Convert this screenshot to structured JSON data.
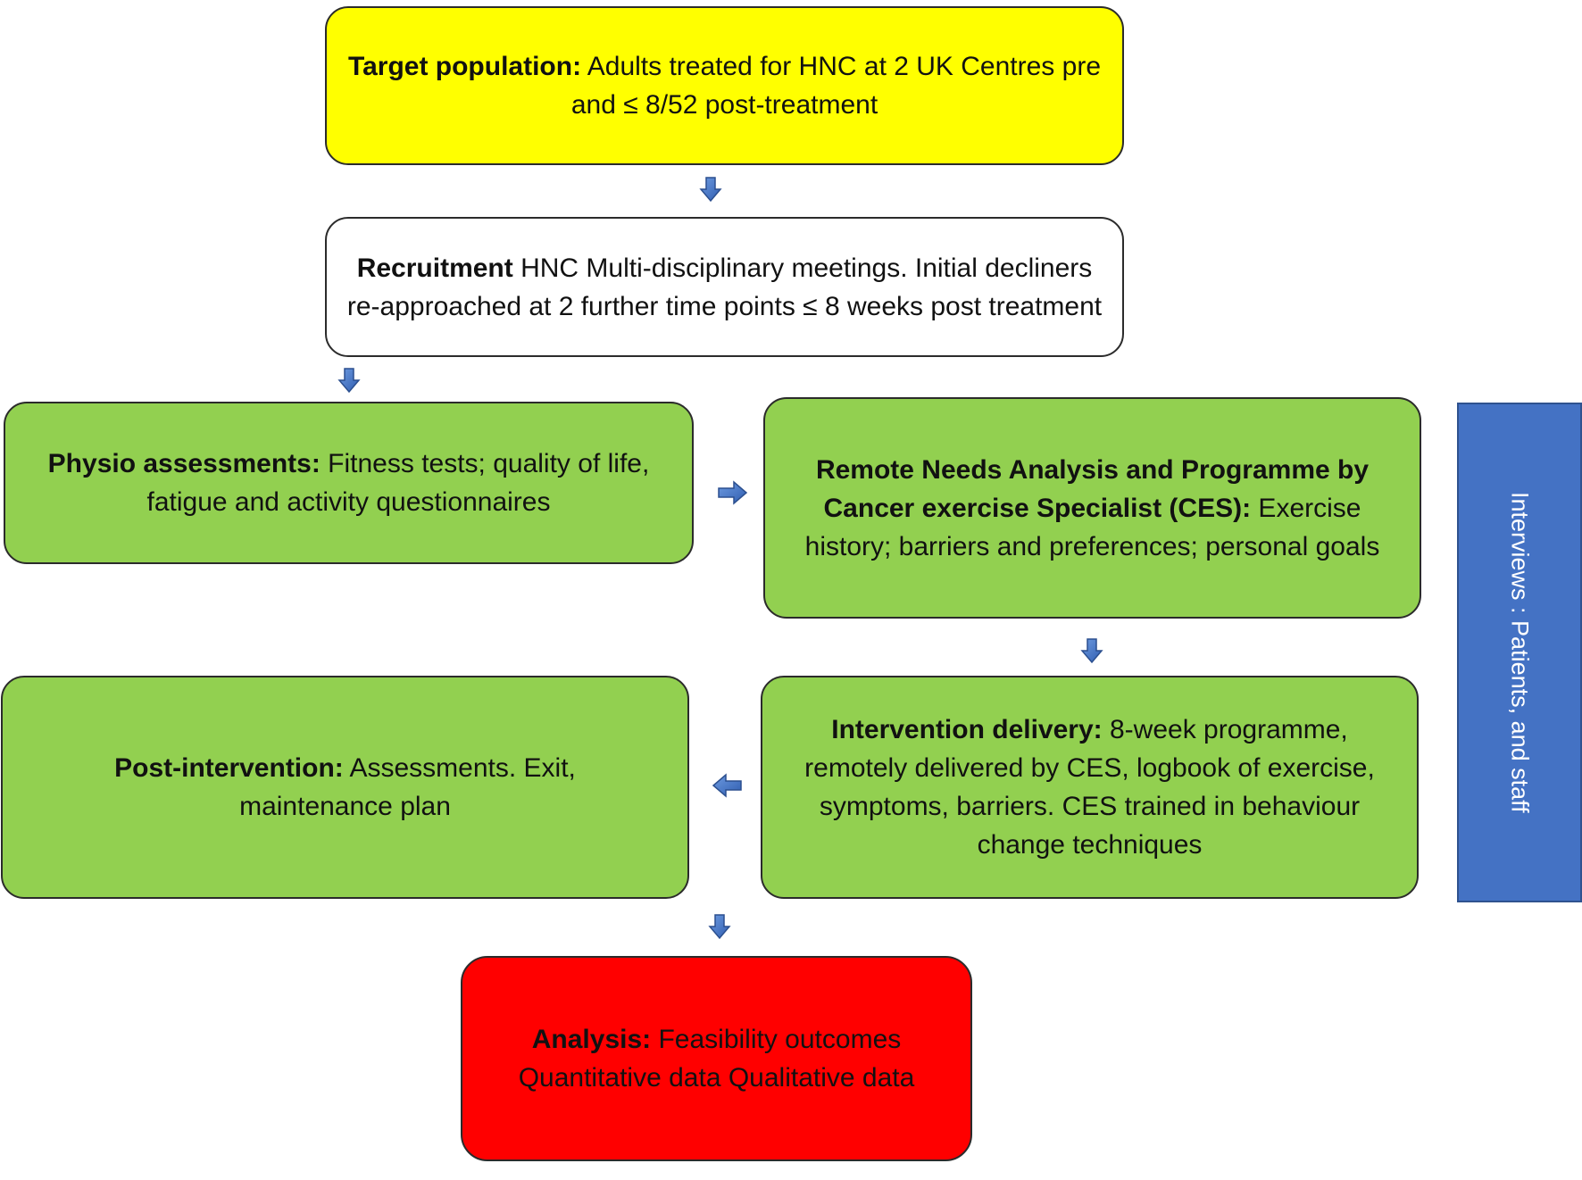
{
  "boxes": {
    "target": {
      "label": "Target population:",
      "text": " Adults treated for HNC at 2 UK Centres pre and ≤ 8/52 post-treatment",
      "color": "#ffff00"
    },
    "recruitment": {
      "label": "Recruitment",
      "text": " HNC Multi-disciplinary meetings. Initial decliners re-approached at 2 further time points ≤ 8 weeks post treatment",
      "color": "#ffffff"
    },
    "physio": {
      "label": "Physio assessments:",
      "text": " Fitness tests; quality of life, fatigue and activity questionnaires",
      "color": "#92d050"
    },
    "remote": {
      "label": "Remote Needs Analysis and Programme by Cancer exercise Specialist (CES):",
      "text": " Exercise history; barriers and preferences; personal goals",
      "color": "#92d050"
    },
    "intervention": {
      "label": "Intervention delivery:",
      "text": " 8-week programme, remotely delivered by CES, logbook of exercise, symptoms, barriers. CES trained in behaviour change techniques",
      "color": "#92d050"
    },
    "post": {
      "label": "Post-intervention:",
      "text": " Assessments. Exit, maintenance plan",
      "color": "#92d050"
    },
    "analysis": {
      "label": "Analysis:",
      "text": " Feasibility outcomes Quantitative data Qualitative data",
      "color": "#ff0000"
    }
  },
  "side_bar": {
    "text": "Interviews : Patients, and staff",
    "color": "#4472c4"
  },
  "arrows": [
    {
      "from": "target",
      "to": "recruitment",
      "direction": "down"
    },
    {
      "from": "recruitment",
      "to": "physio",
      "direction": "down"
    },
    {
      "from": "physio",
      "to": "remote",
      "direction": "right"
    },
    {
      "from": "remote",
      "to": "intervention",
      "direction": "down"
    },
    {
      "from": "intervention",
      "to": "post",
      "direction": "left"
    },
    {
      "from": "post",
      "to": "analysis",
      "direction": "down"
    }
  ]
}
